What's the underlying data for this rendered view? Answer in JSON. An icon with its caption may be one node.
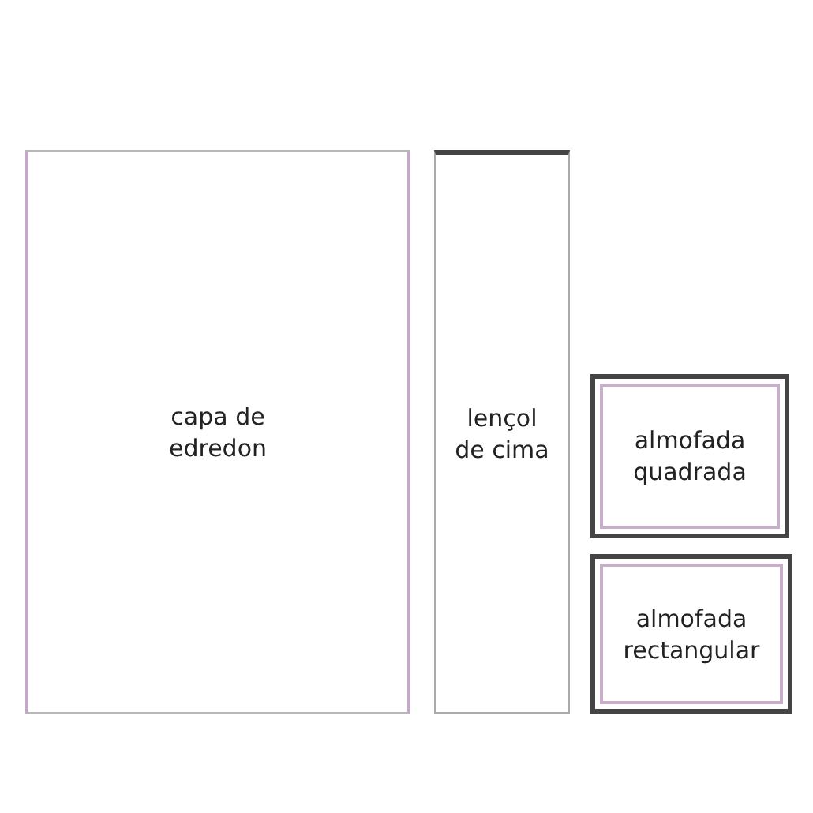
{
  "diagram": {
    "nodes": [
      {
        "text": [
          "capa de edredon"
        ]
      },
      {
        "text": [
          "lençol de cima"
        ]
      },
      {
        "text": [
          "almofada quadrada"
        ]
      },
      {
        "text": [
          "almofada rectangular"
        ]
      }
    ]
  }
}
